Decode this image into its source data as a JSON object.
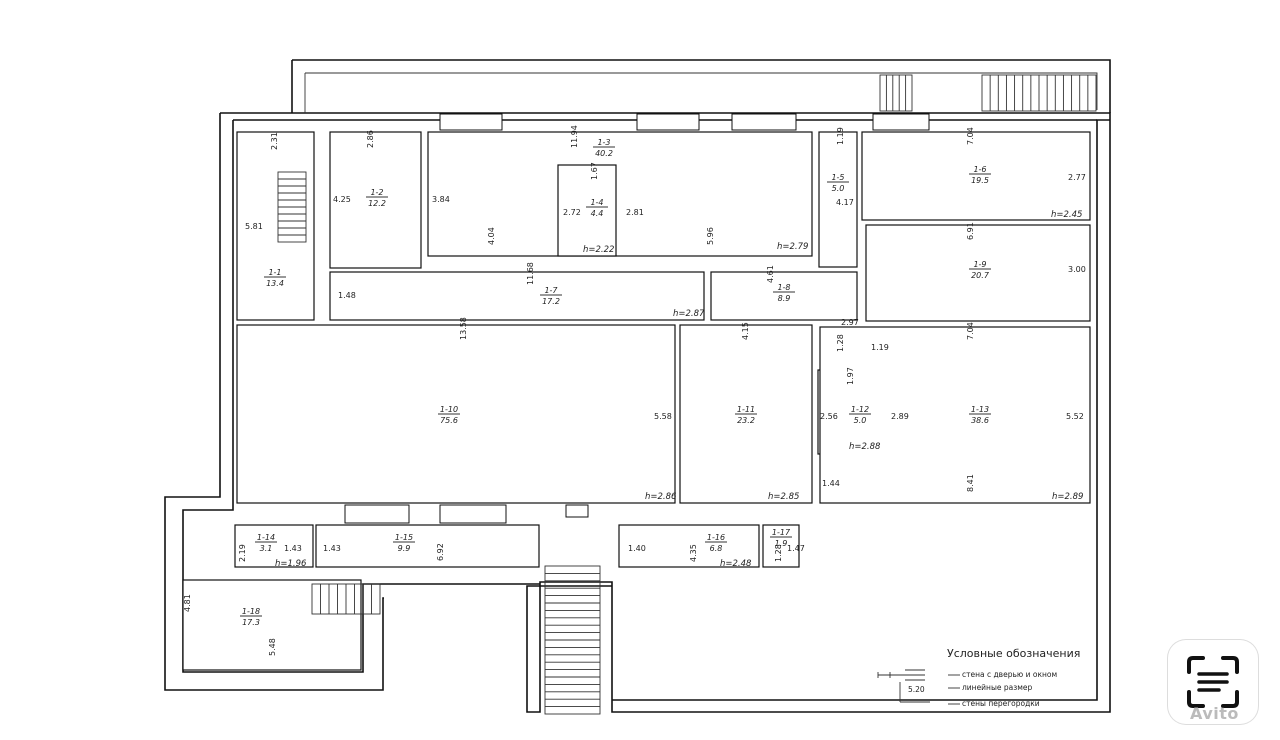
{
  "rooms": [
    {
      "id": "1-1",
      "area": "13.4"
    },
    {
      "id": "1-2",
      "area": "12.2"
    },
    {
      "id": "1-3",
      "area": "40.2"
    },
    {
      "id": "1-4",
      "area": "4.4"
    },
    {
      "id": "1-5",
      "area": "5.0"
    },
    {
      "id": "1-6",
      "area": "19.5"
    },
    {
      "id": "1-7",
      "area": "17.2"
    },
    {
      "id": "1-8",
      "area": "8.9"
    },
    {
      "id": "1-9",
      "area": "20.7"
    },
    {
      "id": "1-10",
      "area": "75.6"
    },
    {
      "id": "1-11",
      "area": "23.2"
    },
    {
      "id": "1-12",
      "area": "5.0"
    },
    {
      "id": "1-13",
      "area": "38.6"
    },
    {
      "id": "1-14",
      "area": "3.1"
    },
    {
      "id": "1-15",
      "area": "9.9"
    },
    {
      "id": "1-16",
      "area": "6.8"
    },
    {
      "id": "1-17",
      "area": "1.9"
    },
    {
      "id": "1-18",
      "area": "17.3"
    }
  ],
  "heights": [
    "h=2.22",
    "h=2.79",
    "h=2.45",
    "h=2.87",
    "h=2.86",
    "h=2.85",
    "h=2.88",
    "h=2.89",
    "h=1.96",
    "h=2.48"
  ],
  "dims": [
    "2.31",
    "5.81",
    "2.86",
    "4.25",
    "3.84",
    "11.94",
    "1.67",
    "2.72",
    "2.81",
    "4.04",
    "5.96",
    "1.19",
    "4.17",
    "7.04",
    "2.77",
    "6.91",
    "3.00",
    "11.68",
    "1.48",
    "4.61",
    "2.97",
    "13.58",
    "4.15",
    "1.28",
    "1.19",
    "7.04",
    "1.97",
    "2.56",
    "2.89",
    "5.52",
    "5.58",
    "1.44",
    "8.41",
    "2.19",
    "1.43",
    "1.43",
    "6.92",
    "1.40",
    "4.35",
    "1.28",
    "1.47",
    "4.81",
    "5.48"
  ],
  "legend": {
    "title": "Условные обозначения",
    "items": [
      "стена с дверью и окном",
      "линейные размер",
      "стены перегородки"
    ],
    "sample_dim": "5.20"
  },
  "watermark": "Avito",
  "icons": {
    "scan": "document-scan-icon"
  }
}
